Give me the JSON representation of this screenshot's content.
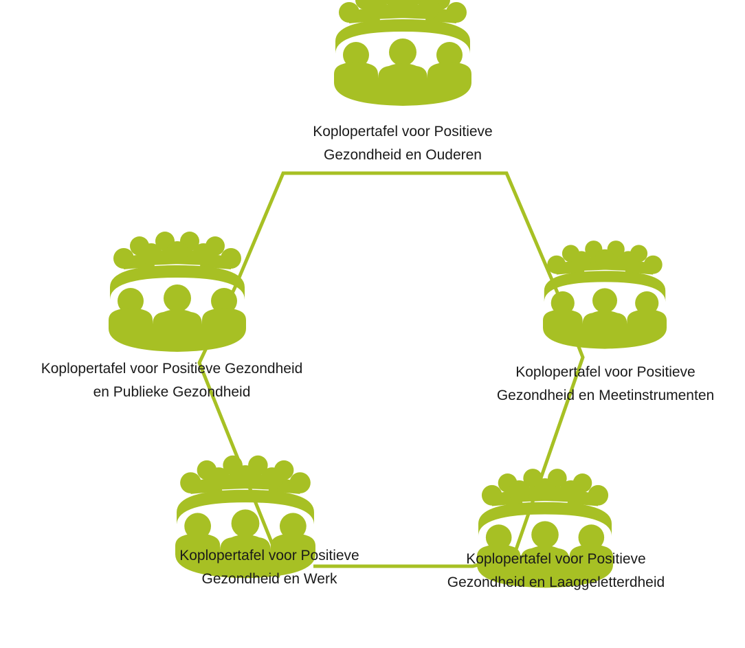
{
  "colors": {
    "accent": "#a7c024",
    "text": "#1a1a1a",
    "background": "#ffffff"
  },
  "icon": "meeting-table-icon",
  "nodes": [
    {
      "id": "ouderen",
      "line1": "Koplopertafel voor Positieve",
      "line2": "Gezondheid en Ouderen"
    },
    {
      "id": "publieke-gezondheid",
      "line1": "Koplopertafel voor Positieve Gezondheid",
      "line2": "en Publieke Gezondheid"
    },
    {
      "id": "meetinstrumenten",
      "line1": "Koplopertafel voor Positieve",
      "line2": "Gezondheid en Meetinstrumenten"
    },
    {
      "id": "werk",
      "line1": "Koplopertafel voor Positieve",
      "line2": "Gezondheid en Werk"
    },
    {
      "id": "laaggeletterdheid",
      "line1": "Koplopertafel voor Positieve",
      "line2": "Gezondheid en Laaggeletterdheid"
    }
  ]
}
